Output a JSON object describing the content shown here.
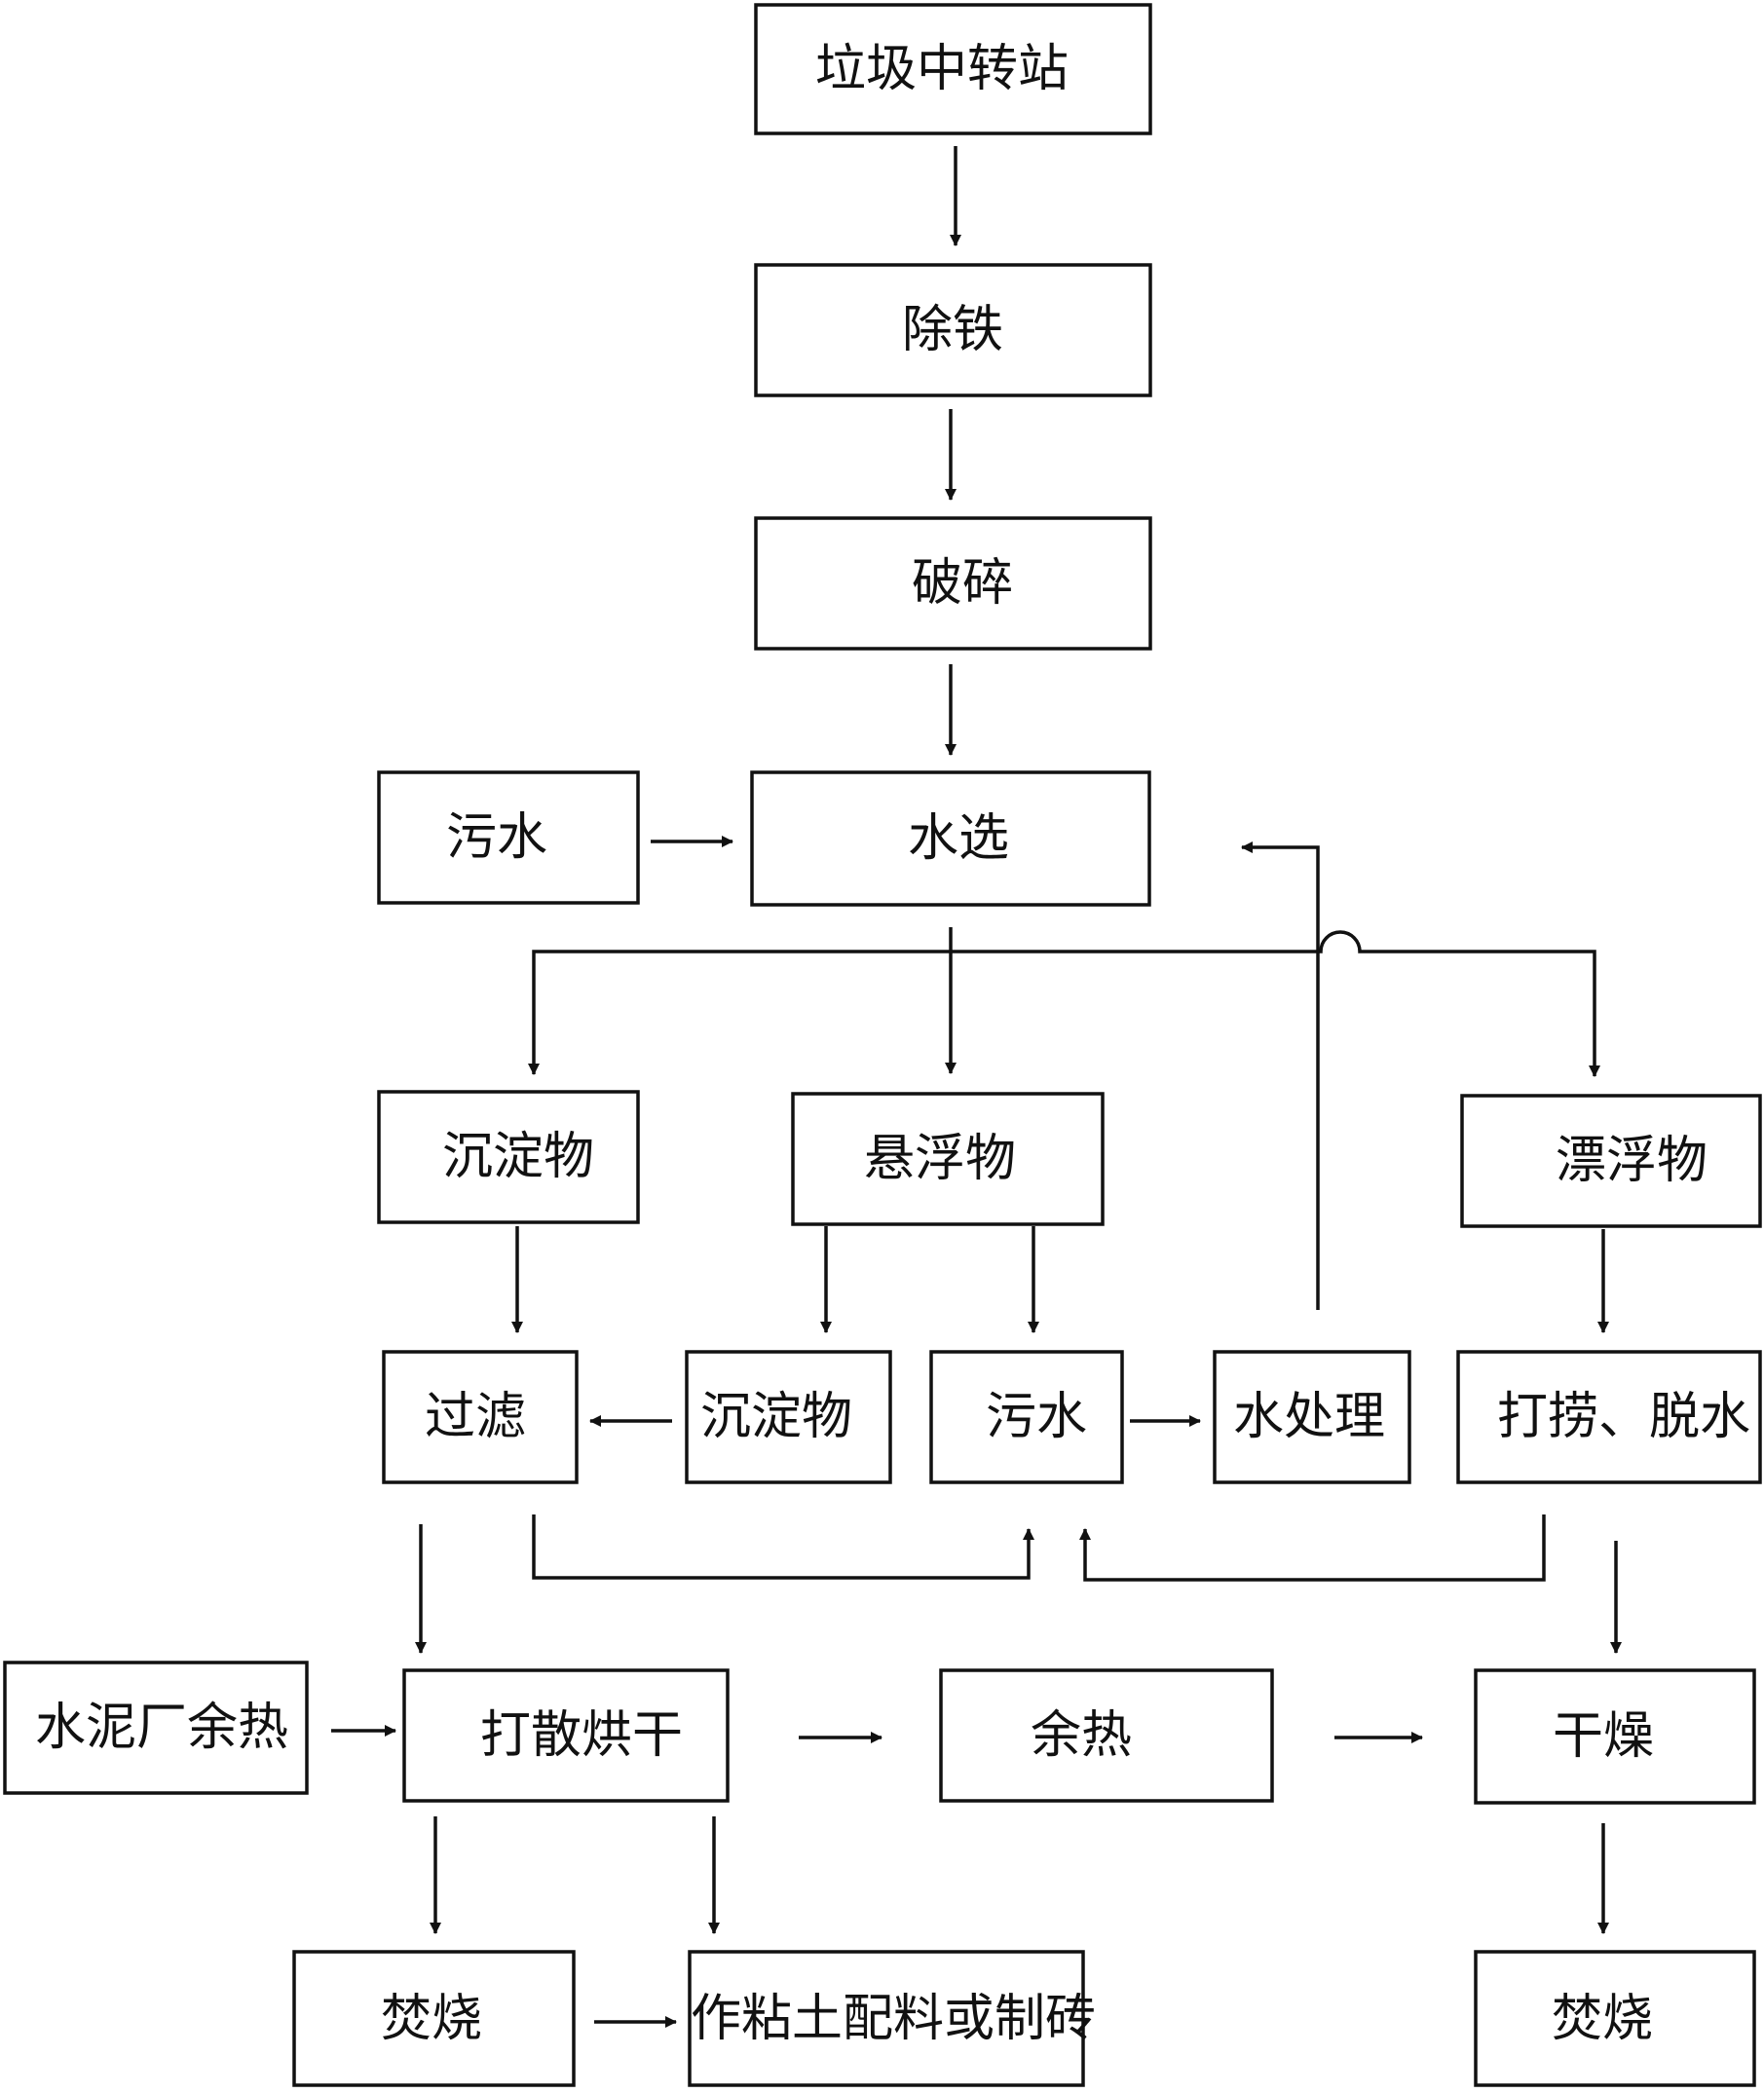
{
  "nodes": {
    "transfer_station": "垃圾中转站",
    "iron_removal": "除铁",
    "crushing": "破碎",
    "sewage_top": "污水",
    "water_sorting": "水选",
    "sediment": "沉淀物",
    "suspended": "悬浮物",
    "floating": "漂浮物",
    "filtration": "过滤",
    "sediment_2": "沉淀物",
    "sewage_mid": "污水",
    "water_treatment": "水处理",
    "salvage_dewater": "打捞、脱水",
    "cement_heat": "水泥厂余热",
    "break_dry": "打散烘干",
    "waste_heat": "余热",
    "drying": "干燥",
    "incinerate_left": "焚烧",
    "clay_brick": "作粘土配料或制砖",
    "incinerate_right": "焚烧"
  }
}
